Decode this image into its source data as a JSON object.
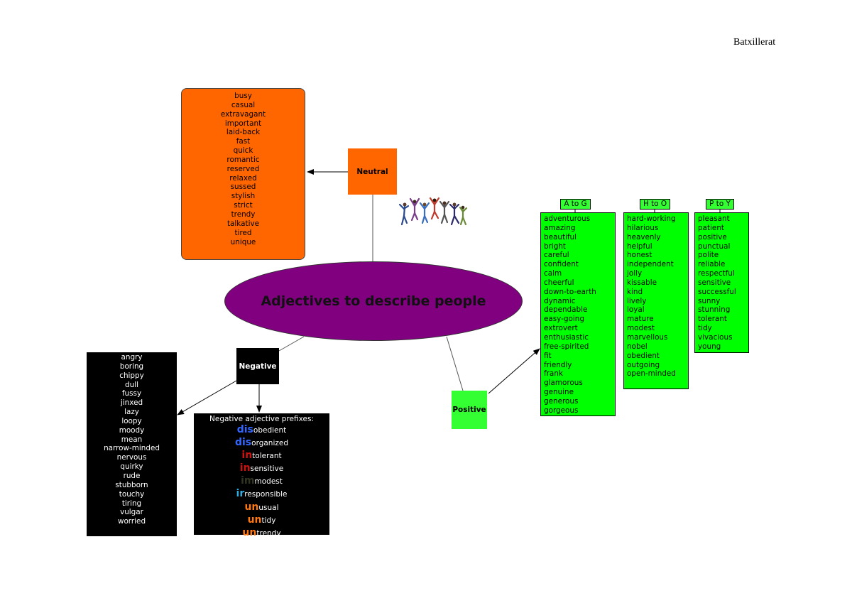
{
  "header": {
    "label": "Batxillerat"
  },
  "colors": {
    "neutral": "#ff6600",
    "center": "#800080",
    "negative": "#000000",
    "positive": "#33ff33",
    "prefix_blue": "#3366ff",
    "prefix_red": "#cc1111",
    "prefix_dark": "#333322",
    "prefix_teal": "#33aadd",
    "prefix_orange": "#ff7711"
  },
  "center": {
    "title": "Adjectives to describe people"
  },
  "neutral": {
    "label": "Neutral",
    "words": [
      "busy",
      "casual",
      "extravagant",
      "important",
      "laid-back",
      "fast",
      "quick",
      "romantic",
      "reserved",
      "relaxed",
      "sussed",
      "stylish",
      "strict",
      "trendy",
      "talkative",
      "tired",
      "unique"
    ]
  },
  "negative": {
    "label": "Negative",
    "words": [
      "angry",
      "boring",
      "chippy",
      "dull",
      "fussy",
      "jinxed",
      "lazy",
      "loopy",
      "moody",
      "mean",
      "narrow-minded",
      "nervous",
      "quirky",
      "rude",
      "stubborn",
      "touchy",
      "tiring",
      "vulgar",
      "worried"
    ],
    "prefixes": {
      "title": "Negative adjective prefixes:",
      "items": [
        {
          "prefix": "dis",
          "rest": "obedient",
          "color": "#3366ff"
        },
        {
          "prefix": "dis",
          "rest": "organized",
          "color": "#3366ff"
        },
        {
          "prefix": "in",
          "rest": "tolerant",
          "color": "#cc1111"
        },
        {
          "prefix": "in",
          "rest": "sensitive",
          "color": "#cc1111"
        },
        {
          "prefix": "im",
          "rest": "modest",
          "color": "#333322"
        },
        {
          "prefix": "ir",
          "rest": "responsible",
          "color": "#33aadd"
        },
        {
          "prefix": "un",
          "rest": "usual",
          "color": "#ff7711"
        },
        {
          "prefix": "un",
          "rest": "tidy",
          "color": "#ff7711"
        },
        {
          "prefix": "un",
          "rest": "trendy",
          "color": "#ff7711"
        }
      ]
    }
  },
  "positive": {
    "label": "Positive",
    "columns": [
      {
        "header": "A to G",
        "words": [
          "adventurous",
          "amazing",
          "beautiful",
          "bright",
          "careful",
          "confident",
          "calm",
          "cheerful",
          "down-to-earth",
          "dynamic",
          "dependable",
          "easy-going",
          "extrovert",
          "enthusiastic",
          "free-spirited",
          "fit",
          "friendly",
          "frank",
          "glamorous",
          "genuine",
          "generous",
          "gorgeous"
        ]
      },
      {
        "header": "H to O",
        "words": [
          "hard-working",
          "hilarious",
          "heavenly",
          "helpful",
          "honest",
          "independent",
          "jolly",
          "kissable",
          "kind",
          "lively",
          "loyal",
          "mature",
          "modest",
          "marvellous",
          "nobel",
          "obedient",
          "outgoing",
          "open-minded"
        ]
      },
      {
        "header": "P to Y",
        "words": [
          "pleasant",
          "patient",
          "positive",
          "punctual",
          "polite",
          "reliable",
          "respectful",
          "sensitive",
          "successful",
          "sunny",
          "stunning",
          "tolerant",
          "tidy",
          "vivacious",
          "young"
        ]
      }
    ]
  }
}
